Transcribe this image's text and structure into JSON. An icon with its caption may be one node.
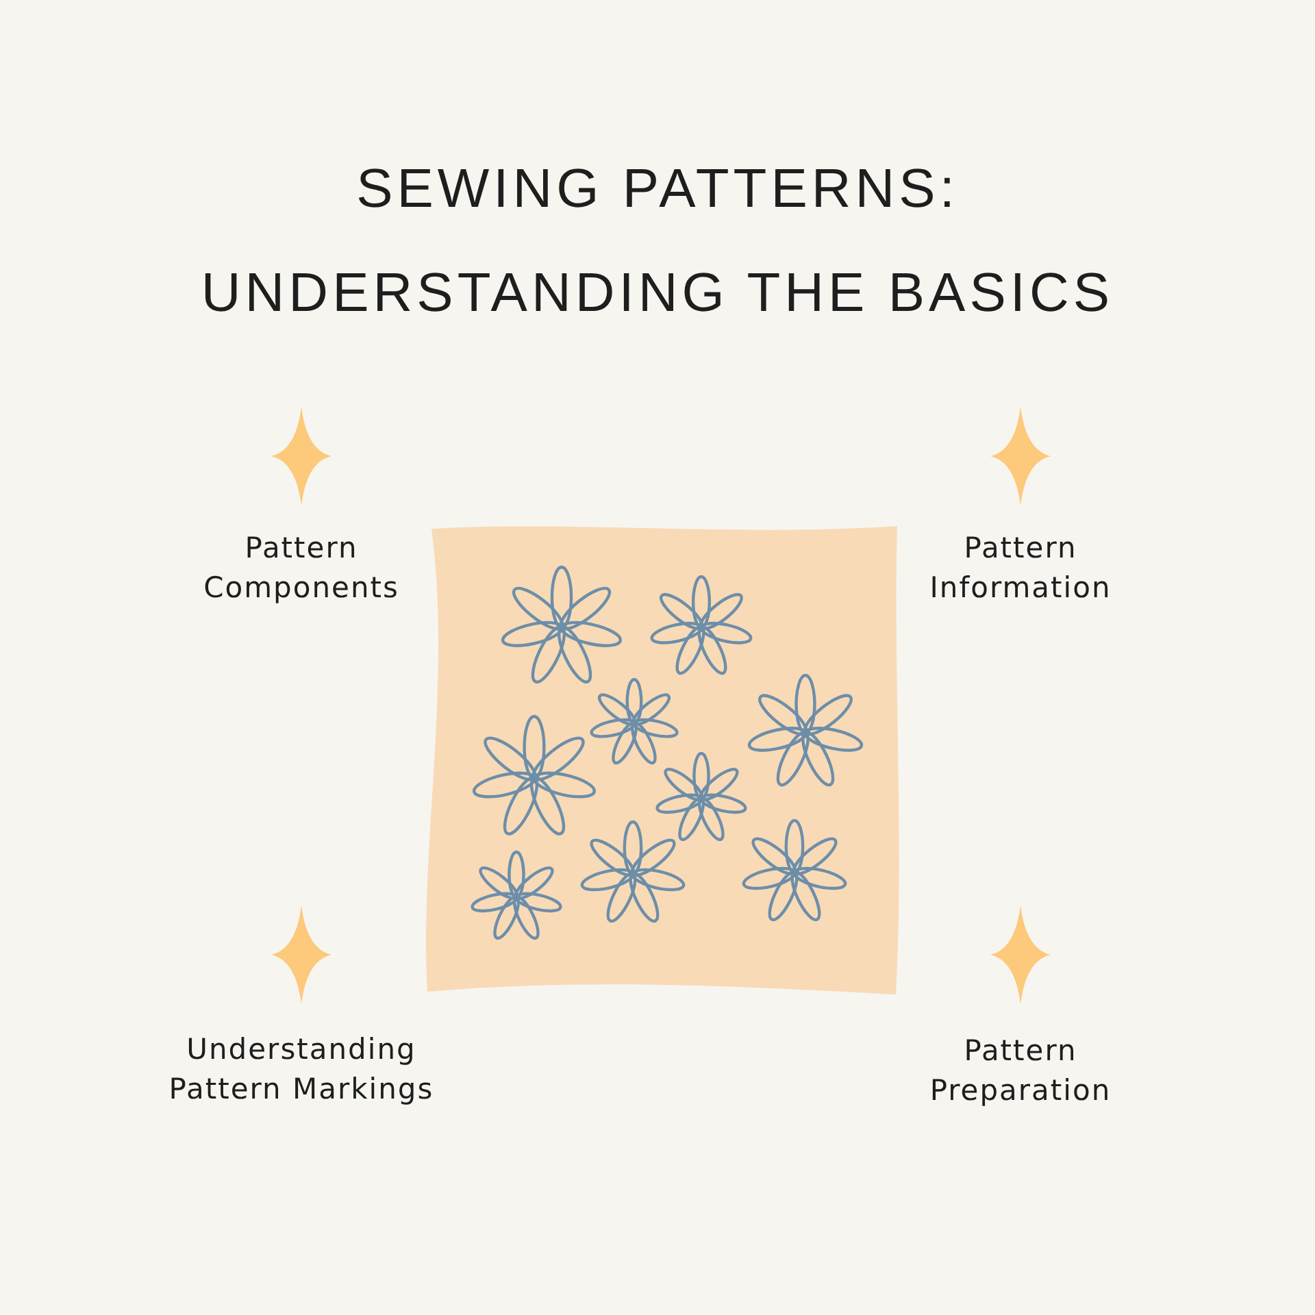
{
  "diagram": {
    "title": "SEWING PATTERNS: UNDERSTANDING THE BASICS",
    "labels": [
      "Pattern Components",
      "Pattern Information",
      "Understanding Pattern Markings",
      "Pattern Preparation"
    ]
  }
}
